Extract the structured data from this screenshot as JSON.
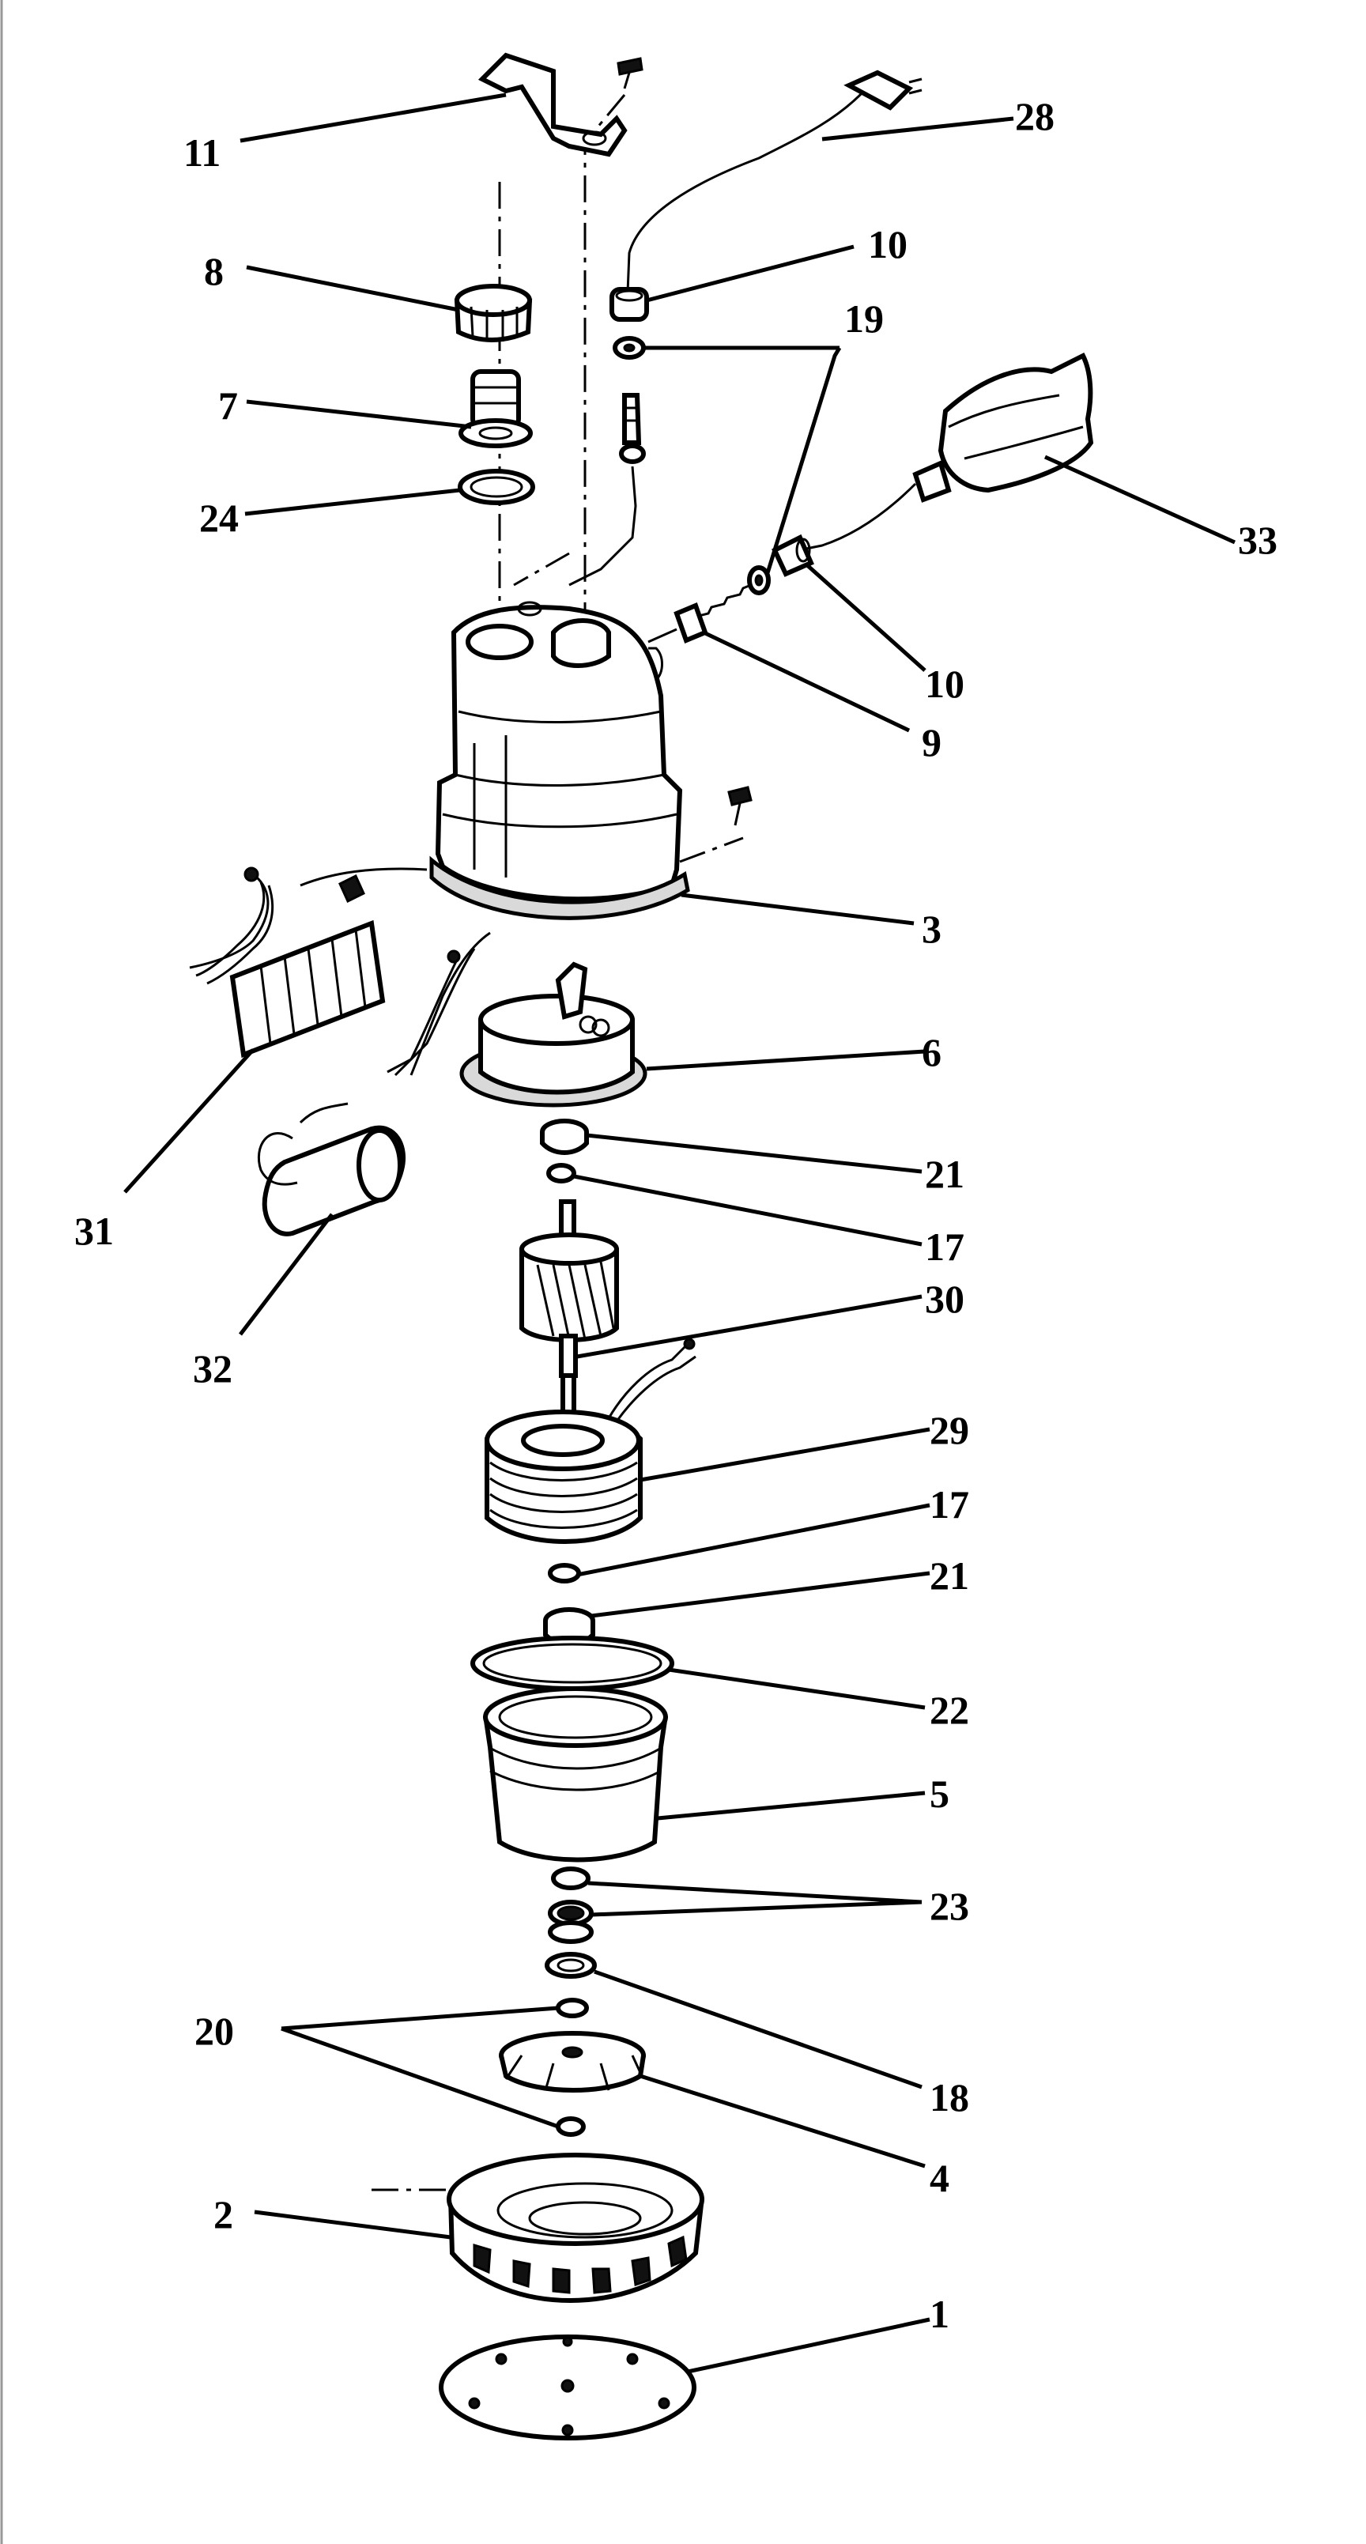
{
  "diagram": {
    "callouts": [
      {
        "id": "c11",
        "label": "11"
      },
      {
        "id": "c8",
        "label": "8"
      },
      {
        "id": "c7",
        "label": "7"
      },
      {
        "id": "c24",
        "label": "24"
      },
      {
        "id": "c28",
        "label": "28"
      },
      {
        "id": "c10a",
        "label": "10"
      },
      {
        "id": "c19",
        "label": "19"
      },
      {
        "id": "c33",
        "label": "33"
      },
      {
        "id": "c10b",
        "label": "10"
      },
      {
        "id": "c9",
        "label": "9"
      },
      {
        "id": "c3",
        "label": "3"
      },
      {
        "id": "c6",
        "label": "6"
      },
      {
        "id": "c21a",
        "label": "21"
      },
      {
        "id": "c17a",
        "label": "17"
      },
      {
        "id": "c30",
        "label": "30"
      },
      {
        "id": "c31",
        "label": "31"
      },
      {
        "id": "c32",
        "label": "32"
      },
      {
        "id": "c29",
        "label": "29"
      },
      {
        "id": "c17b",
        "label": "17"
      },
      {
        "id": "c21b",
        "label": "21"
      },
      {
        "id": "c22",
        "label": "22"
      },
      {
        "id": "c5",
        "label": "5"
      },
      {
        "id": "c23",
        "label": "23"
      },
      {
        "id": "c18",
        "label": "18"
      },
      {
        "id": "c20",
        "label": "20"
      },
      {
        "id": "c4",
        "label": "4"
      },
      {
        "id": "c2",
        "label": "2"
      },
      {
        "id": "c1",
        "label": "1"
      }
    ]
  }
}
